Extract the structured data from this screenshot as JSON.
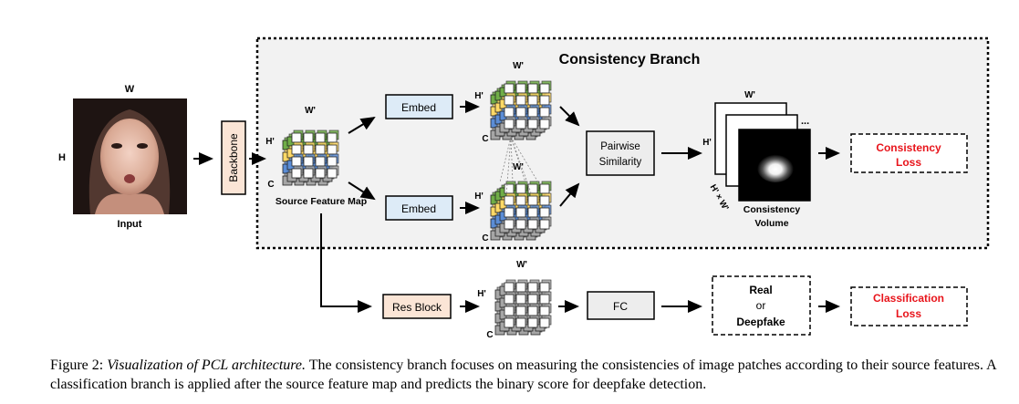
{
  "figure": {
    "input_label": "Input",
    "w_label": "W",
    "h_label": "H",
    "backbone_label": "Backbone",
    "source_map_label": "Source Feature Map",
    "wp_label": "W'",
    "hp_label": "H'",
    "c_label": "C",
    "branch_title": "Consistency Branch",
    "embed_label": "Embed",
    "pairwise_line1": "Pairwise",
    "pairwise_line2": "Similarity",
    "hw_label": "H' × W'",
    "volume_line1": "Consistency",
    "volume_line2": "Volume",
    "consistency_loss_line1": "Consistency",
    "consistency_loss_line2": "Loss",
    "resblock_label": "Res Block",
    "fc_label": "FC",
    "real_label": "Real",
    "or_label": "or",
    "deepfake_label": "Deepfake",
    "classification_loss_line1": "Classification",
    "classification_loss_line2": "Loss",
    "ellipsis": "..."
  },
  "caption": {
    "prefix": "Figure 2: ",
    "lead": "Visualization of PCL architecture.",
    "body": " The consistency branch focuses on measuring the consistencies of image patches according to their source features. A classification branch is applied after the source feature map and predicts the binary score for deepfake detection."
  },
  "colors": {
    "loss_text": "#e8141b",
    "backbone_fill": "#fbe5d6",
    "resblock_fill": "#fbe5d6",
    "embed_fill": "#ddebf7",
    "neutral_fill": "#ededed",
    "branch_bg": "#f2f2f2",
    "green_row": "#70ad47",
    "yellow_row": "#ffd966",
    "blue_row": "#5b8dd6",
    "gray_row": "#a6a6a6"
  }
}
